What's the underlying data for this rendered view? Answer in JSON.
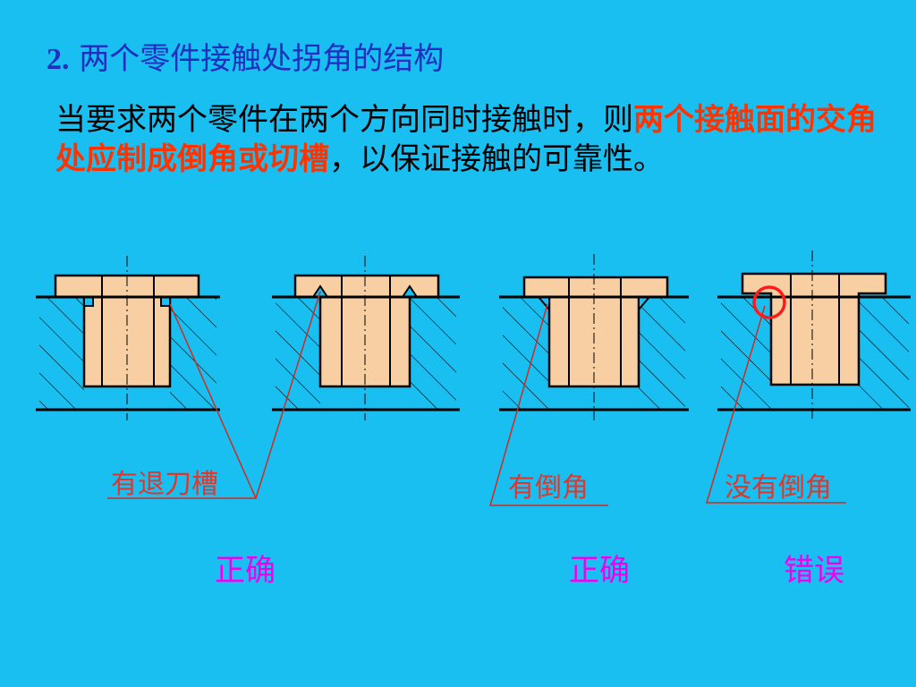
{
  "heading": {
    "number": "2.",
    "text": "两个零件接触处拐角的结构"
  },
  "paragraph": {
    "part1": "当要求两个零件在两个方向同时接触时，则",
    "highlight": "两个接触面的交角处应制成倒角或切槽",
    "part2": "，以保证接触的可靠性。"
  },
  "labels": {
    "groove": "有退刀槽",
    "chamfer": "有倒角",
    "no_chamfer": "没有倒角"
  },
  "verdicts": {
    "correct_1": "正确",
    "correct_2": "正确",
    "wrong": "错误"
  },
  "colors": {
    "background": "#1ABFF2",
    "heading": "#1F2FBF",
    "highlight": "#FF3300",
    "part_fill": "#F7CFA2",
    "label": "#E2362A",
    "verdict": "#F000F0"
  }
}
